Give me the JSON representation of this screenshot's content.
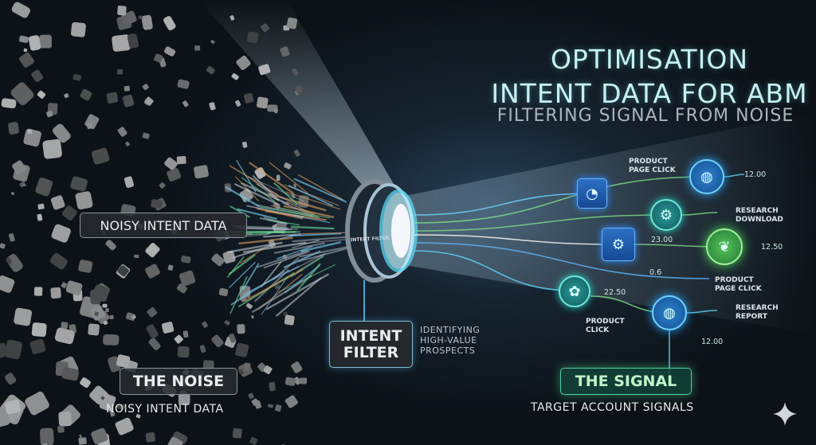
{
  "header": {
    "title_line1": "OPTIMISATION",
    "title_line2": "INTENT DATA FOR ABM",
    "subtitle": "FILTERING SIGNAL FROM NOISE"
  },
  "noise": {
    "badge": "NOISY INTENT DATA",
    "heading": "THE NOISE",
    "caption": "NOISY INTENT DATA"
  },
  "filter": {
    "ring_label": "INTENT FILTER",
    "heading": "INTENT FILTER",
    "caption": "IDENTIFYING HIGH-VALUE PROSPECTS"
  },
  "signal": {
    "heading": "THE SIGNAL",
    "caption": "TARGET ACCOUNT SIGNALS",
    "labels": [
      "PRODUCT PAGE CLICK",
      "RESEARCH DOWNLOAD",
      "PRODUCT PAGE CLICK",
      "RESEARCH REPORT",
      "PRODUCT CLICK"
    ],
    "values": [
      "12.00",
      "23.00",
      "12.50",
      "0.6",
      "22.50",
      "12.00"
    ],
    "icons": [
      "brand-swirl-icon",
      "globe-icon",
      "gear-check-icon",
      "gear-wrench-icon",
      "leaf-icon",
      "flower-icon",
      "globe-icon"
    ]
  },
  "colors": {
    "accent_cyan": "#c6f1f2",
    "signal_green": "#5ee07a",
    "node_blue": "#2b6fc4",
    "background": "#0e151c"
  }
}
